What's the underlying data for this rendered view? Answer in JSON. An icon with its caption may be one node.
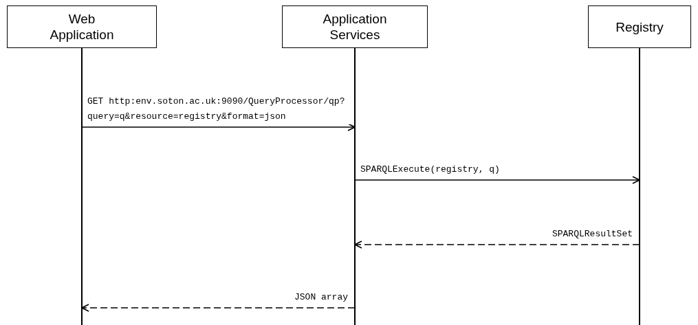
{
  "diagram": {
    "nodes": [
      {
        "text": [
          "Web Application"
        ]
      },
      {
        "text": [
          "Application Services"
        ]
      },
      {
        "text": [
          "Registry"
        ]
      }
    ],
    "edges": [
      {
        "from": 0,
        "to": 1,
        "arrow": "to",
        "label": "GET http:env.soton.ac.uk:9090/QueryProcessor/qp? query=q&resource=registry&format=json"
      },
      {
        "from": 1,
        "to": 2,
        "arrow": "to",
        "label": "SPARQLExecute(registry, q)"
      },
      {
        "from": 2,
        "to": 1,
        "arrow": "to",
        "label": "SPARQLResultSet",
        "style": "dashed"
      },
      {
        "from": 1,
        "to": 0,
        "arrow": "to",
        "label": "JSON array",
        "style": "dashed"
      }
    ]
  }
}
